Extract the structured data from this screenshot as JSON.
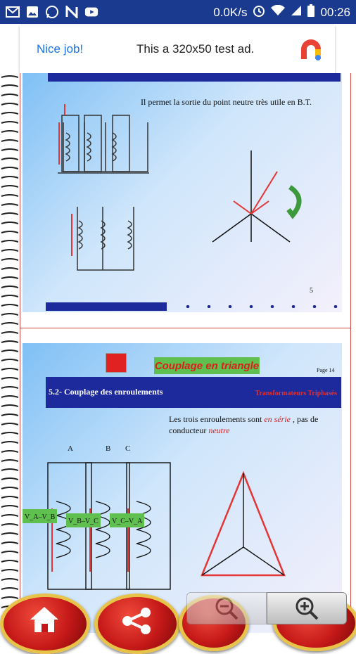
{
  "status_bar": {
    "speed": "0.0K/s",
    "time": "00:26"
  },
  "ad": {
    "label": "Nice job!",
    "text": "This a 320x50 test ad."
  },
  "slide1": {
    "text": "Il permet la sortie du point neutre très utile en B.T.",
    "page_no": "5"
  },
  "slide2": {
    "title": "Couplage en triangle",
    "page_label": "Page 14",
    "section": "5.2- Couplage des enroulements",
    "header_right": "Transformateurs Triphasés",
    "body_line1_pre": "Les trois enroulements sont",
    "body_line1_em": "en série",
    "body_line1_post": ", pas de",
    "body_line2_pre": "conducteur",
    "body_line2_em": "neutre",
    "phase_labels": [
      "A",
      "B",
      "C"
    ],
    "green_labels": [
      "V_A–V_B",
      "V_B–V_C",
      "V_C–V_A"
    ]
  }
}
